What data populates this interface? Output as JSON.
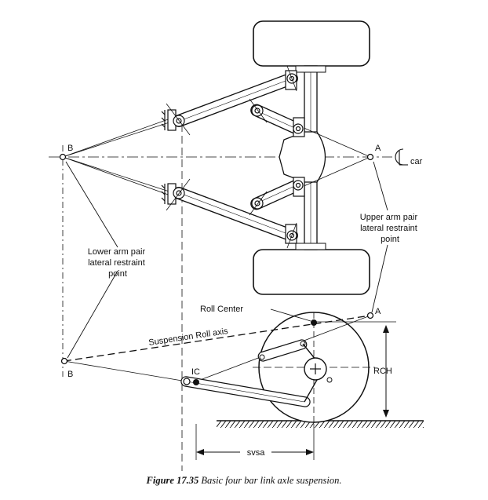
{
  "labels": {
    "b_top": "B",
    "a_top": "A",
    "car": "car",
    "upper_arm": [
      "Upper arm pair",
      "lateral restraint",
      "point"
    ],
    "lower_arm": [
      "Lower arm pair",
      "lateral restraint",
      "point"
    ],
    "roll_center": "Roll Center",
    "a_side": "A",
    "roll_axis": "Suspension Roll axis",
    "ic": "IC",
    "b_side": "B",
    "rch": "RCH",
    "svsa": "svsa"
  },
  "caption": {
    "number": "Figure 17.35",
    "text": "Basic four bar link axle suspension."
  }
}
